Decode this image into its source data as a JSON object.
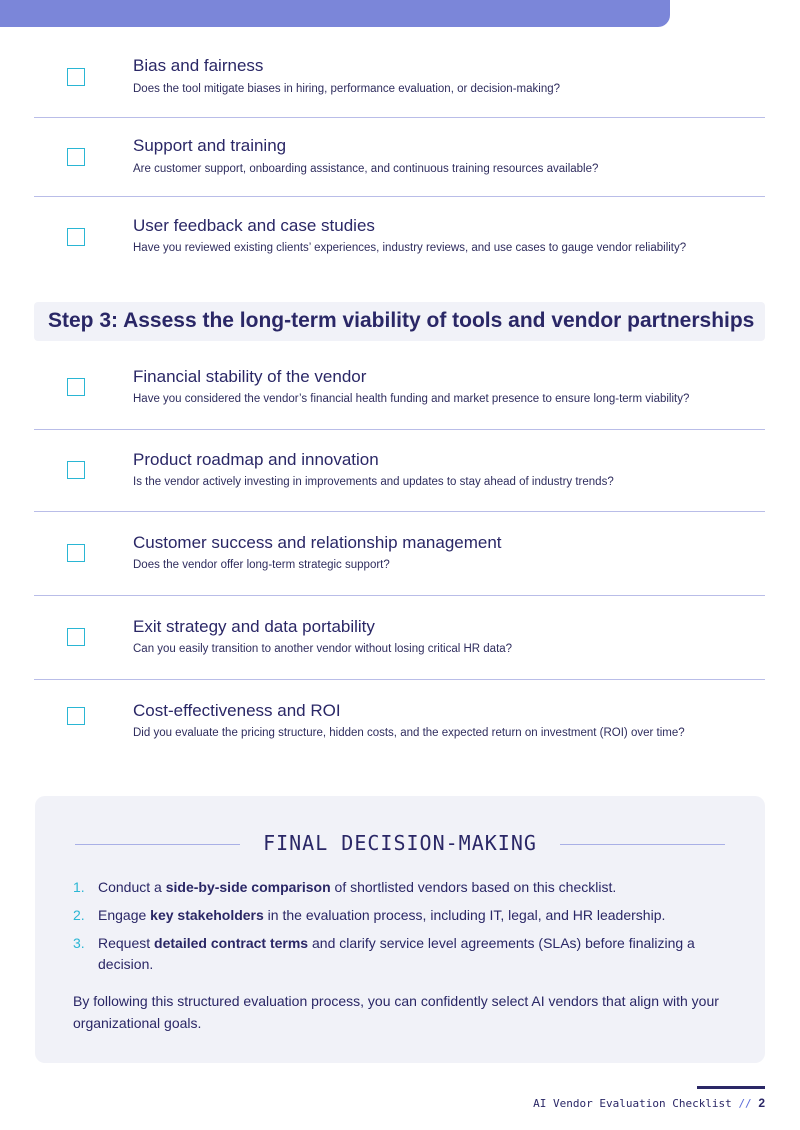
{
  "checklist_a": [
    {
      "title": "Bias and fairness",
      "desc": "Does the tool mitigate biases in hiring, performance evaluation, or decision-making?"
    },
    {
      "title": "Support and training",
      "desc": "Are customer support, onboarding assistance, and continuous training resources available?"
    },
    {
      "title": "User feedback and case studies",
      "desc": "Have you reviewed existing clients’ experiences, industry reviews, and use cases to gauge vendor reliability?"
    }
  ],
  "step3": {
    "heading": "Step 3: Assess the long-term viability of tools and vendor partnerships",
    "items": [
      {
        "title": "Financial stability of the vendor",
        "desc": "Have you considered the vendor’s financial health funding and market presence to ensure long-term viability?"
      },
      {
        "title": "Product roadmap and innovation",
        "desc": "Is the vendor actively investing in improvements and updates to stay ahead of industry trends?"
      },
      {
        "title": "Customer success and relationship management",
        "desc": "Does the vendor offer long-term strategic support?"
      },
      {
        "title": "Exit strategy and data portability",
        "desc": "Can you easily transition to another vendor without losing critical HR data?"
      },
      {
        "title": "Cost-effectiveness and ROI",
        "desc": "Did you evaluate the pricing structure, hidden costs, and the expected return on investment (ROI) over time?"
      }
    ]
  },
  "final": {
    "title": "FINAL DECISION-MAKING",
    "items": [
      {
        "num": "1.",
        "pre": "Conduct a ",
        "bold": "side-by-side comparison",
        "post": " of shortlisted vendors based on this checklist."
      },
      {
        "num": "2.",
        "pre": "Engage ",
        "bold": "key stakeholders",
        "post": " in the evaluation process, including IT, legal, and HR leadership."
      },
      {
        "num": "3.",
        "pre": "Request ",
        "bold": "detailed contract terms",
        "post": " and clarify service level agreements (SLAs) before finalizing a decision."
      }
    ],
    "closing": "By following this structured evaluation process, you can confidently select AI vendors that align with your organizational goals."
  },
  "footer": {
    "label": "AI Vendor Evaluation Checklist",
    "separator": "//",
    "page": "2"
  },
  "colors": {
    "accent": "#7b86d9",
    "checkbox": "#2ab6d4",
    "text": "#2a2766"
  }
}
